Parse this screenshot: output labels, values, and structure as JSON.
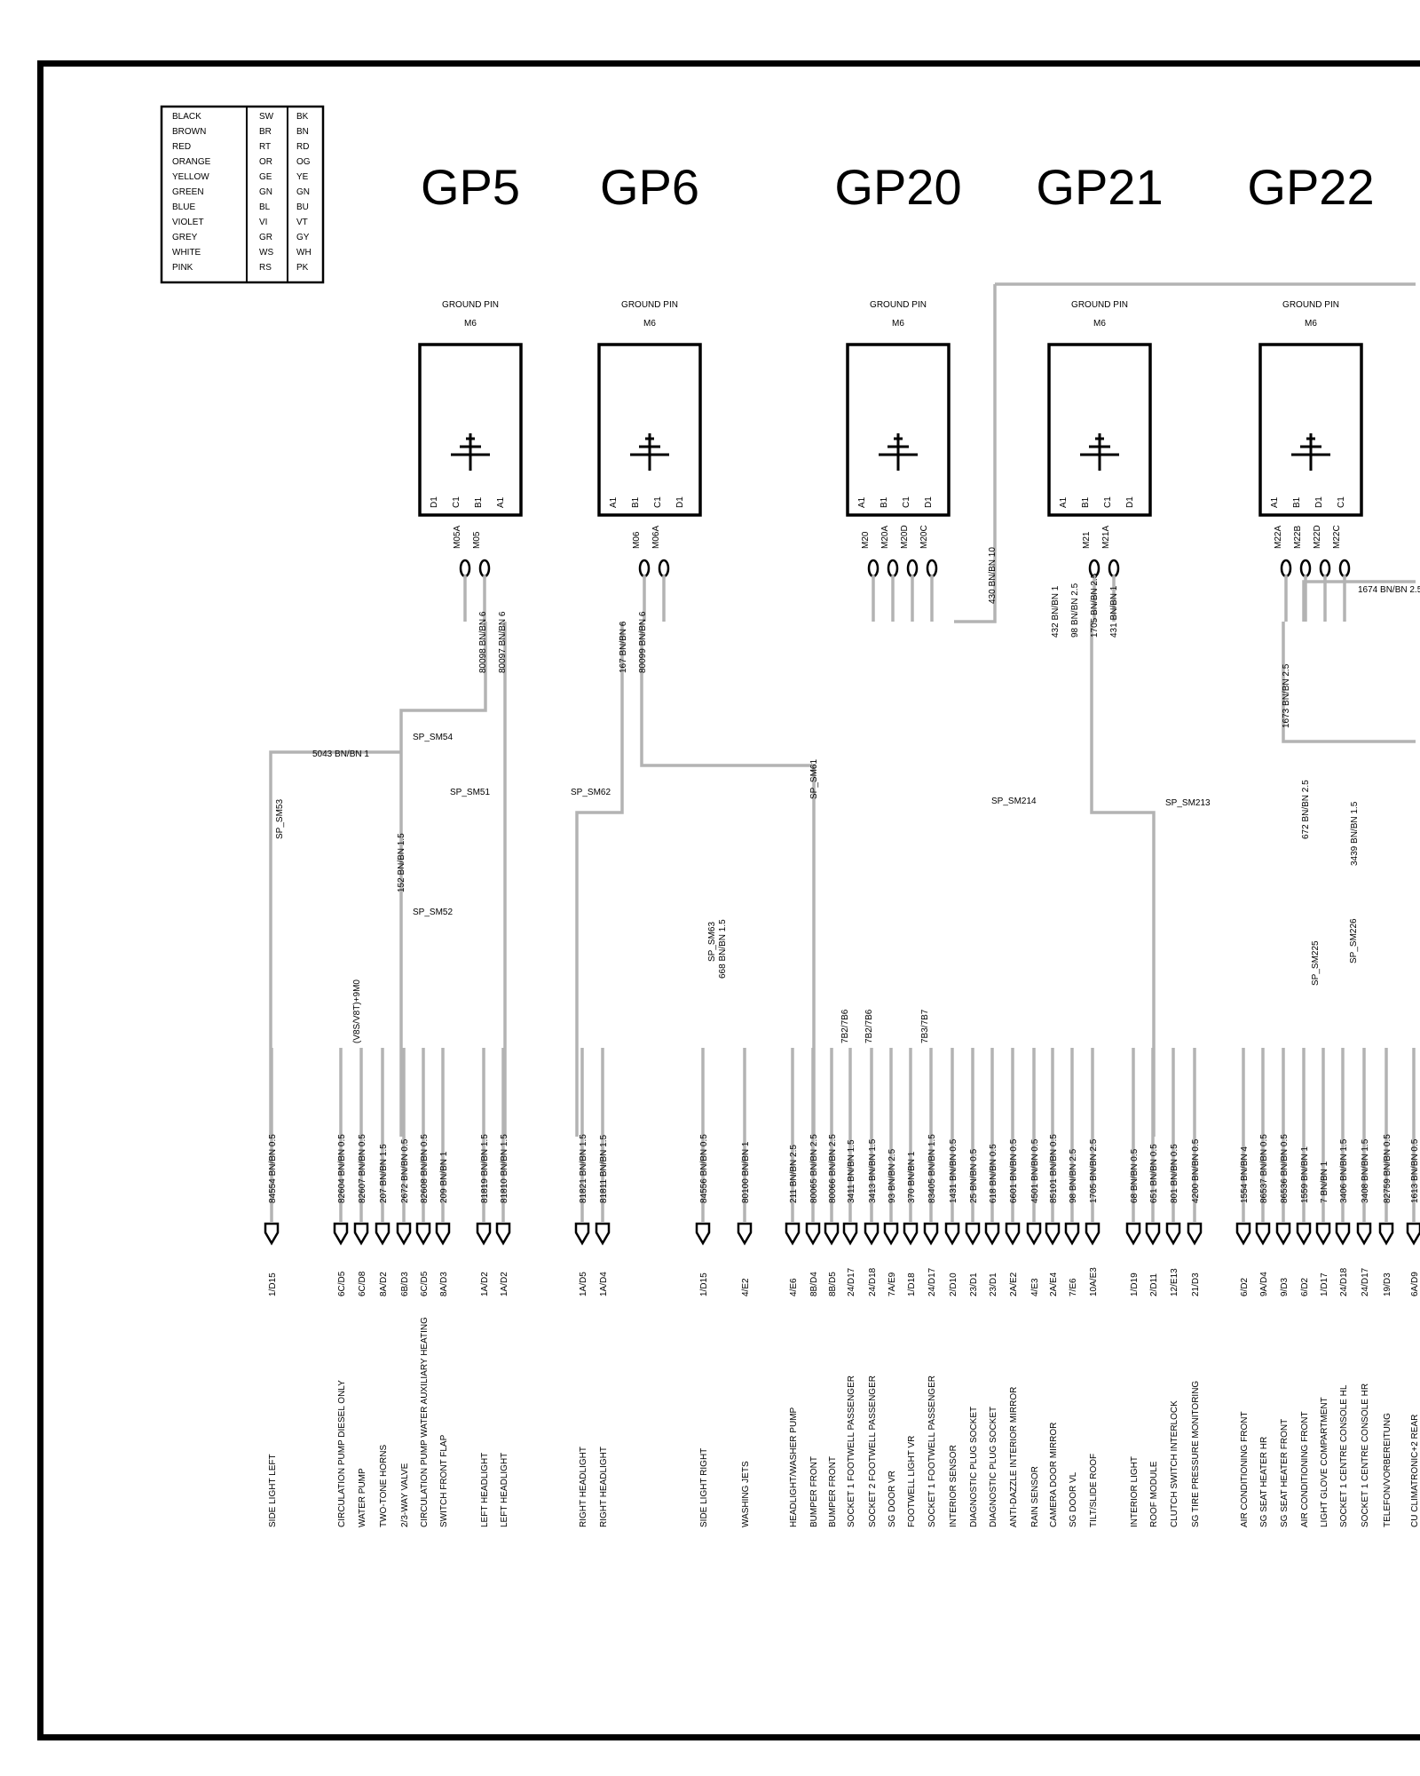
{
  "legend": {
    "rows": [
      [
        "BLACK",
        "SW",
        "BK"
      ],
      [
        "BROWN",
        "BR",
        "BN"
      ],
      [
        "RED",
        "RT",
        "RD"
      ],
      [
        "ORANGE",
        "OR",
        "OG"
      ],
      [
        "YELLOW",
        "GE",
        "YE"
      ],
      [
        "GREEN",
        "GN",
        "GN"
      ],
      [
        "BLUE",
        "BL",
        "BU"
      ],
      [
        "VIOLET",
        "VI",
        "VT"
      ],
      [
        "GREY",
        "GR",
        "GY"
      ],
      [
        "WHITE",
        "WS",
        "WH"
      ],
      [
        "PINK",
        "RS",
        "PK"
      ]
    ]
  },
  "pin_caption": "GROUND PIN",
  "pin_size": "M6",
  "colors": {
    "wire": "#b3b3b3",
    "line": "#000000"
  },
  "grounds": [
    {
      "id": "GP5",
      "pins": [
        "D1",
        "C1",
        "B1",
        "A1"
      ],
      "terminals": [
        "M05A",
        "M05"
      ]
    },
    {
      "id": "GP6",
      "pins": [
        "A1",
        "B1",
        "C1",
        "D1"
      ],
      "terminals": [
        "M06",
        "M06A"
      ]
    },
    {
      "id": "GP20",
      "pins": [
        "A1",
        "B1",
        "C1",
        "D1"
      ],
      "terminals": [
        "M20",
        "M20A",
        "M20D",
        "M20C"
      ]
    },
    {
      "id": "GP21",
      "pins": [
        "A1",
        "B1",
        "C1",
        "D1"
      ],
      "terminals": [
        "M21",
        "M21A"
      ]
    },
    {
      "id": "GP22",
      "pins": [
        "A1",
        "B1",
        "D1",
        "C1"
      ],
      "terminals": [
        "M22A",
        "M22B",
        "M22D",
        "M22C"
      ]
    }
  ],
  "wire_labels": [
    "80098 BN/BN 6",
    "80097 BN/BN 6",
    "167 BN/BN 6",
    "80099 BN/BN 6",
    "430 BN/BN 10",
    "432 BN/BN 1",
    "98 BN/BN 2.5",
    "1705 BN/BN 2.5",
    "431 BN/BN 1",
    "1674 BN/BN 2.5",
    "1673 BN/BN 2.5",
    "5043 BN/BN 1",
    "152 BN/BN 1.5",
    "668 BN/BN 1.5",
    "672 BN/BN 2.5",
    "3439 BN/BN 1.5",
    "(V8S/V8T)+9M0",
    "7B2/7B6",
    "7B2/7B6",
    "7B3/7B7"
  ],
  "splices": [
    "SP_SM54",
    "SP_SM53",
    "SP_SM51",
    "SP_SM52",
    "SP_SM62",
    "SP_SM61",
    "SP_SM63",
    "SP_SM214",
    "SP_SM213",
    "SP_SM225",
    "SP_SM226"
  ],
  "branches": [
    {
      "wire": "84554 BN/BN 0.5",
      "ref": "1/D15",
      "label": "SIDE LIGHT LEFT"
    },
    {
      "wire": "82604 BN/BN 0.5",
      "ref": "6C/D5",
      "label": "CIRCULATION PUMP DIESEL ONLY"
    },
    {
      "wire": "82607 BN/BN 0.5",
      "ref": "6C/D8",
      "label": "WATER PUMP"
    },
    {
      "wire": "207 BN/BN 1.5",
      "ref": "8A/D2",
      "label": "TWO-TONE HORNS"
    },
    {
      "wire": "2672 BN/BN 0.5",
      "ref": "6B/D3",
      "label": "2/3-WAY VALVE"
    },
    {
      "wire": "82608 BN/BN 0.5",
      "ref": "6C/D5",
      "label": "CIRCULATION PUMP WATER AUXILIARY HEATING"
    },
    {
      "wire": "209 BN/BN 1",
      "ref": "8A/D3",
      "label": "SWITCH FRONT FLAP"
    },
    {
      "wire": "81819 BN/BN 1.5",
      "ref": "1A/D2",
      "label": "LEFT HEADLIGHT"
    },
    {
      "wire": "81810 BN/BN 1.5",
      "ref": "1A/D2",
      "label": "LEFT HEADLIGHT"
    },
    {
      "wire": "81821 BN/BN 1.5",
      "ref": "1A/D5",
      "label": "RIGHT HEADLIGHT"
    },
    {
      "wire": "81811 BN/BN 1.5",
      "ref": "1A/D4",
      "label": "RIGHT HEADLIGHT"
    },
    {
      "wire": "84556 BN/BN 0.5",
      "ref": "1/D15",
      "label": "SIDE LIGHT RIGHT"
    },
    {
      "wire": "80100 BN/BN 1",
      "ref": "4/E2",
      "label": "WASHING JETS"
    },
    {
      "wire": "211 BN/BN 2.5",
      "ref": "4/E6",
      "label": "HEADLIGHT/WASHER PUMP"
    },
    {
      "wire": "80065 BN/BN 2.5",
      "ref": "8B/D4",
      "label": "BUMPER FRONT"
    },
    {
      "wire": "80066 BN/BN 2.5",
      "ref": "8B/D5",
      "label": "BUMPER FRONT"
    },
    {
      "wire": "3411 BN/BN 1.5",
      "ref": "24/D17",
      "label": "SOCKET 1 FOOTWELL PASSENGER"
    },
    {
      "wire": "3413 BN/BN 1.5",
      "ref": "24/D18",
      "label": "SOCKET 2 FOOTWELL PASSENGER"
    },
    {
      "wire": "93 BN/BN 2.5",
      "ref": "7A/E9",
      "label": "SG DOOR VR"
    },
    {
      "wire": "370 BN/BN 1",
      "ref": "1/D18",
      "label": "FOOTWELL LIGHT VR"
    },
    {
      "wire": "83405 BN/BN 1.5",
      "ref": "24/D17",
      "label": "SOCKET 1 FOOTWELL PASSENGER"
    },
    {
      "wire": "1431 BN/BN 0.5",
      "ref": "2/D10",
      "label": "INTERIOR SENSOR"
    },
    {
      "wire": "25 BN/BN 0.5",
      "ref": "23/D1",
      "label": "DIAGNOSTIC PLUG SOCKET"
    },
    {
      "wire": "618 BN/BN 0.5",
      "ref": "23/D1",
      "label": "DIAGNOSTIC PLUG SOCKET"
    },
    {
      "wire": "6601 BN/BN 0.5",
      "ref": "2A/E2",
      "label": "ANTI-DAZZLE INTERIOR MIRROR"
    },
    {
      "wire": "4501 BN/BN 0.5",
      "ref": "4/E3",
      "label": "RAIN SENSOR"
    },
    {
      "wire": "85101 BN/BN 0.5",
      "ref": "2A/E4",
      "label": "CAMERA DOOR MIRROR"
    },
    {
      "wire": "98 BN/BN 2.5",
      "ref": "7/E6",
      "label": "SG DOOR VL"
    },
    {
      "wire": "1705 BN/BN 2.5",
      "ref": "10A/E3",
      "label": "TILT/SLIDE ROOF"
    },
    {
      "wire": "68 BN/BN 0.5",
      "ref": "1/D19",
      "label": "INTERIOR LIGHT"
    },
    {
      "wire": "651 BN/BN 0.5",
      "ref": "2/D11",
      "label": "ROOF MODULE"
    },
    {
      "wire": "801 BN/BN 0.5",
      "ref": "12/E13",
      "label": "CLUTCH SWITCH INTERLOCK"
    },
    {
      "wire": "4200 BN/BN 0.5",
      "ref": "21/D3",
      "label": "SG TIRE PRESSURE MONITORING"
    },
    {
      "wire": "1554 BN/BN 4",
      "ref": "6/D2",
      "label": "AIR CONDITIONING FRONT"
    },
    {
      "wire": "86537 BN/BN 0.5",
      "ref": "9A/D4",
      "label": "SG SEAT HEATER HR"
    },
    {
      "wire": "86536 BN/BN 0.5",
      "ref": "9/D3",
      "label": "SG SEAT HEATER FRONT"
    },
    {
      "wire": "1559 BN/BN 1",
      "ref": "6/D2",
      "label": "AIR CONDITIONING FRONT"
    },
    {
      "wire": "7 BN/BN 1",
      "ref": "1/D17",
      "label": "LIGHT GLOVE COMPARTMENT"
    },
    {
      "wire": "3406 BN/BN 1.5",
      "ref": "24/D18",
      "label": "SOCKET 1 CENTRE CONSOLE HL"
    },
    {
      "wire": "3408 BN/BN 1.5",
      "ref": "24/D17",
      "label": "SOCKET 1 CENTRE CONSOLE HR"
    },
    {
      "wire": "82759 BN/BN 0.5",
      "ref": "19/D3",
      "label": "TELEFON/VORBEREITUNG"
    },
    {
      "wire": "1613 BN/BN 0.5",
      "ref": "6A/D9",
      "label": "CU CLIMATRONIC+2 REAR"
    }
  ]
}
